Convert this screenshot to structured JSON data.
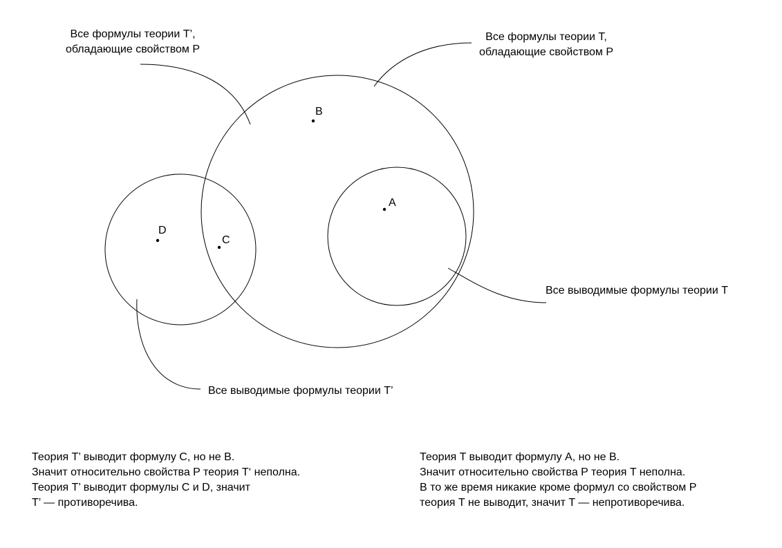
{
  "labels": {
    "tprime_property": [
      "Все формулы теории T’,",
      "обладающие свойством P"
    ],
    "t_property": [
      "Все формулы теории T,",
      "обладающие свойством P"
    ],
    "t_derivable": "Все выводимые формулы теории T",
    "tprime_derivable": "Все выводимые формулы теории T’"
  },
  "points": {
    "a": "A",
    "b": "B",
    "c": "C",
    "d": "D"
  },
  "notes": {
    "left": [
      "Теория T’ выводит формулу C, но не B.",
      "Значит относительно свойства P теория T‘ неполна.",
      "Теория T’ выводит формулы C и D, значит",
      "T’ — противоречива."
    ],
    "right": [
      "Теория T выводит формулу A, но не B.",
      "Значит относительно свойства P теория T неполна.",
      "В то же время никакие кроме формул со свойством P",
      "теория T не выводит, значит T — непротиворечива."
    ]
  },
  "colors": {
    "stroke": "#000000",
    "background": "#ffffff"
  }
}
